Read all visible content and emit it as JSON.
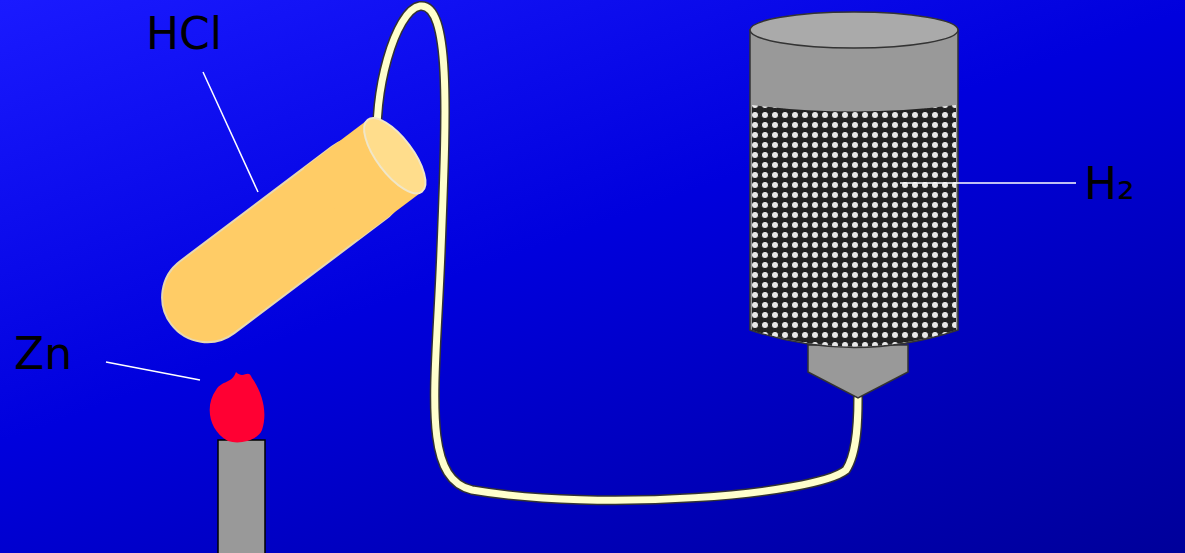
{
  "diagram": {
    "labels": [
      "HCl",
      "Zn",
      "H₂"
    ]
  }
}
